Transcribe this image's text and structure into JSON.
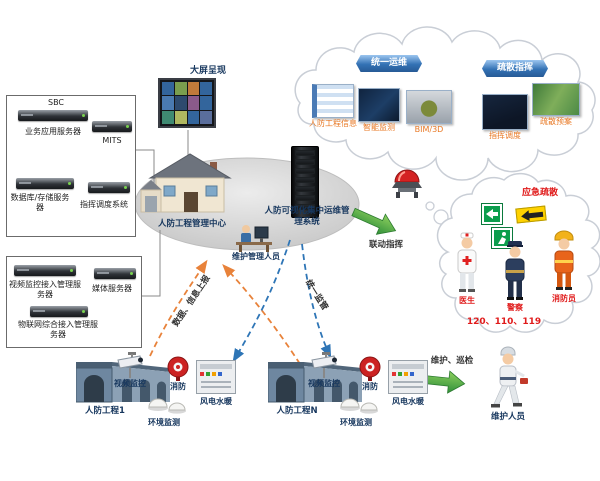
{
  "colors": {
    "orange_flow": "#e8823a",
    "blue_flow": "#2e75b6",
    "green_arrow": "#3f9a40",
    "label_blue": "#17375e",
    "label_orange": "#e87722",
    "label_red": "#e01b1b",
    "ribbon_blue": "#3372b5"
  },
  "left_servers": {
    "sbc": "SBC",
    "business_app_server": "业务应用服务器",
    "mits": "MITS",
    "db_storage_server": "数据库/存储服务器",
    "dispatch_system": "指挥调度系统"
  },
  "access_servers": {
    "video_access_server": "视频监控接入管理服务器",
    "media_server": "媒体服务器",
    "iot_access_server": "物联网综合接入管理服务器"
  },
  "center": {
    "big_screen": "大屏呈现",
    "mgmt_center": "人防工程管理中心",
    "ops_system": "人防可视化集中运维管理系统",
    "maintenance_mgr": "维护管理人员"
  },
  "cloud": {
    "unified_ops": "统一运维",
    "evac_command": "疏散指挥",
    "shots": [
      {
        "label": "人防工程信息"
      },
      {
        "label": "智能监测"
      },
      {
        "label": "BIM/3D"
      },
      {
        "label": "指挥调度"
      },
      {
        "label": "疏散预案"
      }
    ]
  },
  "emergency": {
    "linkage": "联动指挥",
    "evacuation": "应急疏散",
    "doctor": "医生",
    "police": "警察",
    "firefighter": "消防员",
    "hotlines": "120、110、119"
  },
  "flows": {
    "data_report": "数据、信息上报",
    "supervision": "统一监管"
  },
  "site1": {
    "name": "人防工程1",
    "video": "视频监控",
    "fire": "消防",
    "utilities": "风电水暖",
    "env": "环境监测"
  },
  "siteN": {
    "name": "人防工程N",
    "video": "视频监控",
    "fire": "消防",
    "utilities": "风电水暖",
    "env": "环境监测"
  },
  "patrol": {
    "label": "维护、巡检",
    "staff": "维护人员"
  }
}
